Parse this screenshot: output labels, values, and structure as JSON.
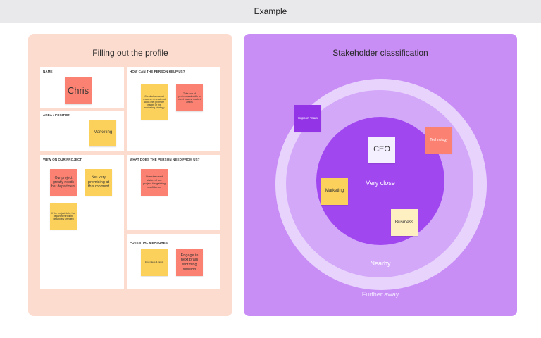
{
  "header": {
    "title": "Example"
  },
  "left": {
    "title": "Filling out the profile",
    "cards": {
      "name": {
        "label": "NAME",
        "note": "Chris"
      },
      "area": {
        "label": "AREA / POSITION",
        "note": "Marketing"
      },
      "view": {
        "label": "VIEW ON OUR PROJECT",
        "note1": "Our project greatly needs her department",
        "note2": "Not very promising at this moment",
        "note3": "If the project fails, her department will be negatively affected"
      },
      "help": {
        "label": "HOW CAN THE PERSON HELP US?",
        "note1": "Conduct a market research & reach out adds met promote insight of the marketing strategy",
        "note2": "Take use of professional skills to meet newest market affairs"
      },
      "need": {
        "label": "WHAT DOES THE PERSON NEED FROM US?",
        "note1": "Overview and vision of our project for gaining confidence"
      },
      "measures": {
        "label": "POTENTIAL MEASURES",
        "note1": "Input ideas & inputs",
        "note2": "Engage in next brain storming session"
      }
    }
  },
  "right": {
    "title": "Stakeholder classification",
    "rings": {
      "inner": "Very close",
      "middle": "Nearby",
      "outer": "Further away"
    },
    "notes": {
      "support": "Support Team",
      "technology": "Technology",
      "ceo": "CEO",
      "marketing": "Marketing",
      "business": "Business"
    }
  },
  "colors": {
    "left_bg": "#fddcd0",
    "right_bg": "#c98ef6",
    "inner_ring": "#a147f0",
    "note_yellow": "#fbd15b",
    "note_salmon": "#fb8272",
    "note_purple": "#9334e6"
  }
}
